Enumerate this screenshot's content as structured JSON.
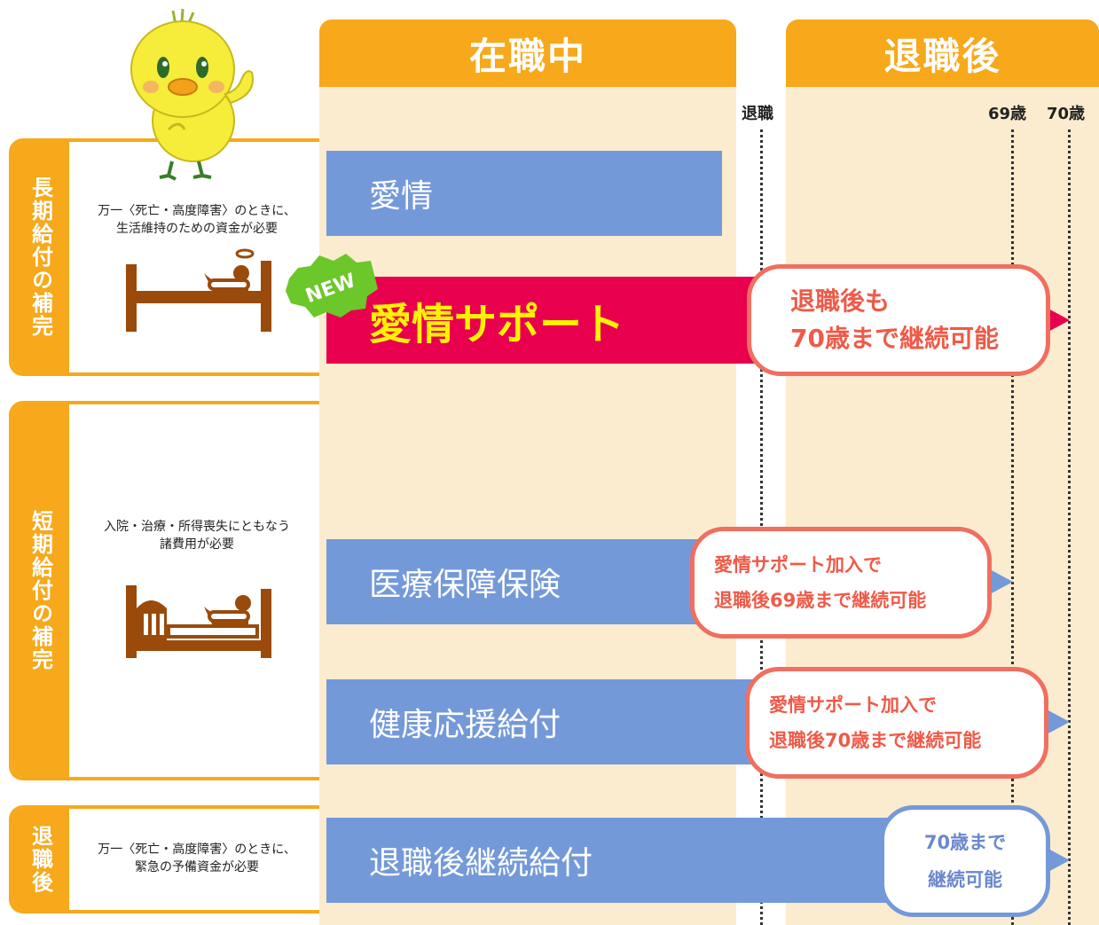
{
  "columns": {
    "in_service": "在職中",
    "after_retirement": "退職後"
  },
  "timeline": {
    "retirement": "退職",
    "age_69": "69歳",
    "age_70": "70歳"
  },
  "categories": [
    {
      "tab": "長期給付の補完",
      "desc_line1": "万一〈死亡・高度障害〉のときに、",
      "desc_line2": "生活維持のための資金が必要"
    },
    {
      "tab": "短期給付の補完",
      "desc_line1": "入院・治療・所得喪失にともなう",
      "desc_line2": "諸費用が必要"
    },
    {
      "tab": "退職後",
      "desc_line1": "万一〈死亡・高度障害〉のときに、",
      "desc_line2": "緊急の予備資金が必要"
    }
  ],
  "bars": {
    "aijou": "愛情",
    "aijou_support": "愛情サポート",
    "medical": "医療保障保険",
    "health": "健康応援給付",
    "retire_continue": "退職後継続給付"
  },
  "badge_new": "NEW",
  "bubbles": {
    "support_line1": "退職後も",
    "support_line2": "70歳まで継続可能",
    "medical_line1": "愛情サポート加入で",
    "medical_line2": "退職後69歳まで継続可能",
    "health_line1": "愛情サポート加入で",
    "health_line2": "退職後70歳まで継続可能",
    "retire_line1": "70歳まで",
    "retire_line2": "継続可能"
  },
  "colors": {
    "orange": "#f7a81b",
    "column_bg": "#fbeccf",
    "bar_blue": "#7499d9",
    "bar_red": "#e8004f",
    "highlight_yellow": "#fff200",
    "bubble_red": "#ef6f60",
    "new_badge_green": "#6cc72a",
    "icon_brown": "#9a4a0a"
  },
  "icons": [
    "chick-mascot-icon",
    "bed-halo-icon",
    "hospital-bed-icon"
  ]
}
